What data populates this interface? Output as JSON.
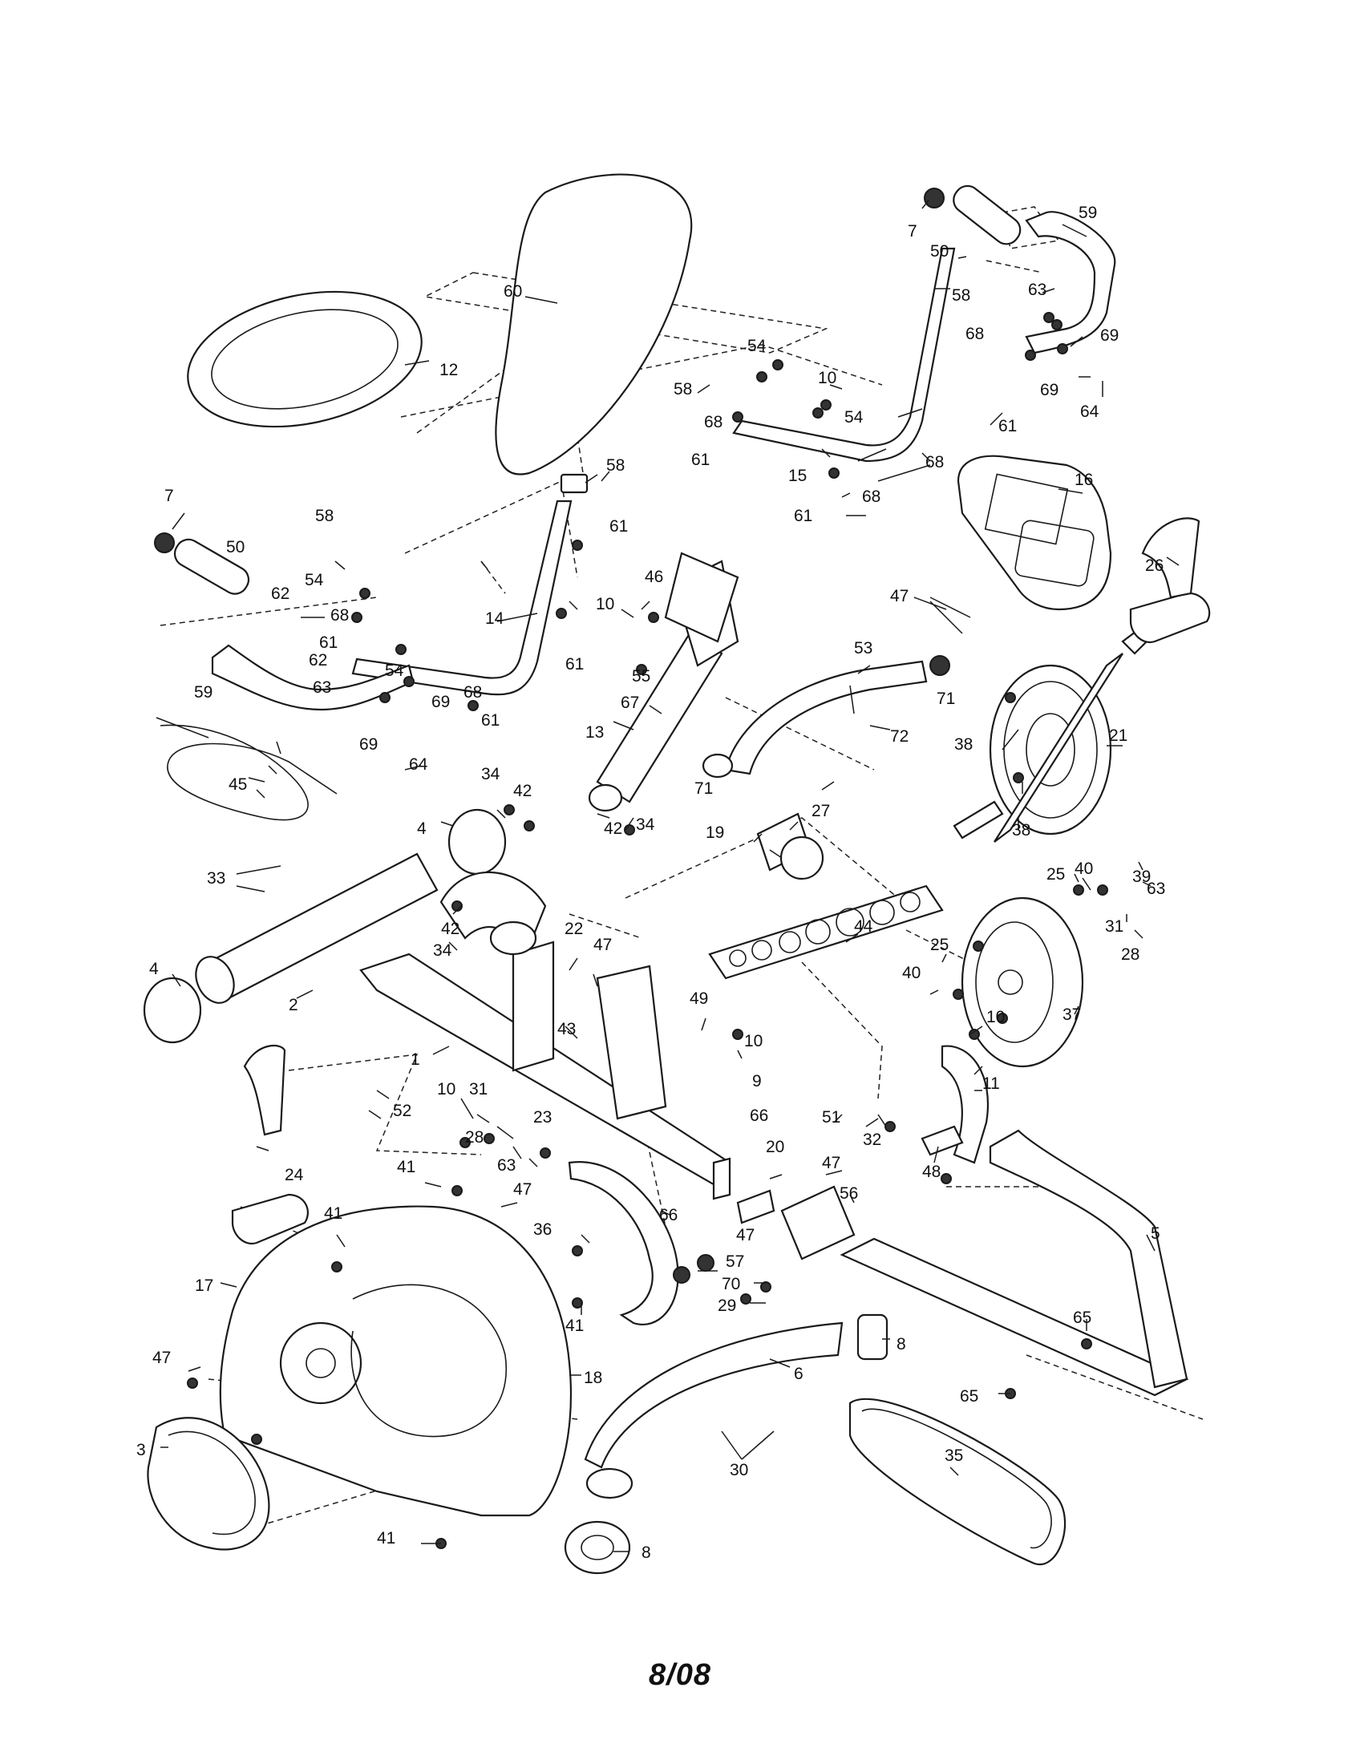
{
  "diagram": {
    "callouts": [
      {
        "id": "c59a",
        "label": "59"
      },
      {
        "id": "c7a",
        "label": "7"
      },
      {
        "id": "c50a",
        "label": "50"
      },
      {
        "id": "c60",
        "label": "60"
      },
      {
        "id": "c58a",
        "label": "58"
      },
      {
        "id": "c63a",
        "label": "63"
      },
      {
        "id": "c68a",
        "label": "68"
      },
      {
        "id": "c69a",
        "label": "69"
      },
      {
        "id": "c54a",
        "label": "54"
      },
      {
        "id": "c12",
        "label": "12"
      },
      {
        "id": "c58b",
        "label": "58"
      },
      {
        "id": "c10a",
        "label": "10"
      },
      {
        "id": "c69b",
        "label": "69"
      },
      {
        "id": "c64a",
        "label": "64"
      },
      {
        "id": "c68b",
        "label": "68"
      },
      {
        "id": "c54b",
        "label": "54"
      },
      {
        "id": "c61a",
        "label": "61"
      },
      {
        "id": "c61b",
        "label": "61"
      },
      {
        "id": "c68c",
        "label": "68"
      },
      {
        "id": "c15",
        "label": "15"
      },
      {
        "id": "c58c",
        "label": "58"
      },
      {
        "id": "c68d",
        "label": "68"
      },
      {
        "id": "c61c",
        "label": "61"
      },
      {
        "id": "c16",
        "label": "16"
      },
      {
        "id": "c7b",
        "label": "7"
      },
      {
        "id": "c58d",
        "label": "58"
      },
      {
        "id": "c50b",
        "label": "50"
      },
      {
        "id": "c61d",
        "label": "61"
      },
      {
        "id": "c26",
        "label": "26"
      },
      {
        "id": "c54c",
        "label": "54"
      },
      {
        "id": "c62a",
        "label": "62"
      },
      {
        "id": "c68e",
        "label": "68"
      },
      {
        "id": "c46",
        "label": "46"
      },
      {
        "id": "c47a",
        "label": "47"
      },
      {
        "id": "c10b",
        "label": "10"
      },
      {
        "id": "c14",
        "label": "14"
      },
      {
        "id": "c61e",
        "label": "61"
      },
      {
        "id": "c53",
        "label": "53"
      },
      {
        "id": "c62b",
        "label": "62"
      },
      {
        "id": "c54d",
        "label": "54"
      },
      {
        "id": "c61f",
        "label": "61"
      },
      {
        "id": "c59b",
        "label": "59"
      },
      {
        "id": "c63b",
        "label": "63"
      },
      {
        "id": "c55",
        "label": "55"
      },
      {
        "id": "c71a",
        "label": "71"
      },
      {
        "id": "c68f",
        "label": "68"
      },
      {
        "id": "c67",
        "label": "67"
      },
      {
        "id": "c69c",
        "label": "69"
      },
      {
        "id": "c61g",
        "label": "61"
      },
      {
        "id": "c21",
        "label": "21"
      },
      {
        "id": "c69d",
        "label": "69"
      },
      {
        "id": "c64b",
        "label": "64"
      },
      {
        "id": "c13",
        "label": "13"
      },
      {
        "id": "c72",
        "label": "72"
      },
      {
        "id": "c38a",
        "label": "38"
      },
      {
        "id": "c45",
        "label": "45"
      },
      {
        "id": "c34a",
        "label": "34"
      },
      {
        "id": "c42a",
        "label": "42"
      },
      {
        "id": "c71b",
        "label": "71"
      },
      {
        "id": "c27",
        "label": "27"
      },
      {
        "id": "c38b",
        "label": "38"
      },
      {
        "id": "c4a",
        "label": "4"
      },
      {
        "id": "c42b",
        "label": "42"
      },
      {
        "id": "c34b",
        "label": "34"
      },
      {
        "id": "c19",
        "label": "19"
      },
      {
        "id": "c39",
        "label": "39"
      },
      {
        "id": "c33",
        "label": "33"
      },
      {
        "id": "c25a",
        "label": "25"
      },
      {
        "id": "c40a",
        "label": "40"
      },
      {
        "id": "c63c",
        "label": "63"
      },
      {
        "id": "c42c",
        "label": "42"
      },
      {
        "id": "c44",
        "label": "44"
      },
      {
        "id": "c31a",
        "label": "31"
      },
      {
        "id": "c28a",
        "label": "28"
      },
      {
        "id": "c34c",
        "label": "34"
      },
      {
        "id": "c22",
        "label": "22"
      },
      {
        "id": "c47b",
        "label": "47"
      },
      {
        "id": "c25b",
        "label": "25"
      },
      {
        "id": "c4b",
        "label": "4"
      },
      {
        "id": "c2",
        "label": "2"
      },
      {
        "id": "c40b",
        "label": "40"
      },
      {
        "id": "c37",
        "label": "37"
      },
      {
        "id": "c43",
        "label": "43"
      },
      {
        "id": "c49",
        "label": "49"
      },
      {
        "id": "c10c",
        "label": "10"
      },
      {
        "id": "c1",
        "label": "1"
      },
      {
        "id": "c10d",
        "label": "10"
      },
      {
        "id": "c9",
        "label": "9"
      },
      {
        "id": "c11",
        "label": "11"
      },
      {
        "id": "c52",
        "label": "52"
      },
      {
        "id": "c10e",
        "label": "10"
      },
      {
        "id": "c31b",
        "label": "31"
      },
      {
        "id": "c23",
        "label": "23"
      },
      {
        "id": "c51",
        "label": "51"
      },
      {
        "id": "c32",
        "label": "32"
      },
      {
        "id": "c28b",
        "label": "28"
      },
      {
        "id": "c66a",
        "label": "66"
      },
      {
        "id": "c48",
        "label": "48"
      },
      {
        "id": "c24",
        "label": "24"
      },
      {
        "id": "c63d",
        "label": "63"
      },
      {
        "id": "c20",
        "label": "20"
      },
      {
        "id": "c47c",
        "label": "47"
      },
      {
        "id": "c41a",
        "label": "41"
      },
      {
        "id": "c56",
        "label": "56"
      },
      {
        "id": "c47d",
        "label": "47"
      },
      {
        "id": "c5",
        "label": "5"
      },
      {
        "id": "c66b",
        "label": "66"
      },
      {
        "id": "c41b",
        "label": "41"
      },
      {
        "id": "c36",
        "label": "36"
      },
      {
        "id": "c47e",
        "label": "47"
      },
      {
        "id": "c57",
        "label": "57"
      },
      {
        "id": "c70",
        "label": "70"
      },
      {
        "id": "c17",
        "label": "17"
      },
      {
        "id": "c29",
        "label": "29"
      },
      {
        "id": "c41c",
        "label": "41"
      },
      {
        "id": "c65a",
        "label": "65"
      },
      {
        "id": "c8a",
        "label": "8"
      },
      {
        "id": "c47f",
        "label": "47"
      },
      {
        "id": "c18",
        "label": "18"
      },
      {
        "id": "c6",
        "label": "6"
      },
      {
        "id": "c65b",
        "label": "65"
      },
      {
        "id": "c3",
        "label": "3"
      },
      {
        "id": "c30",
        "label": "30"
      },
      {
        "id": "c35",
        "label": "35"
      },
      {
        "id": "c41d",
        "label": "41"
      },
      {
        "id": "c8b",
        "label": "8"
      }
    ]
  },
  "footer": {
    "date_code": "8/08"
  }
}
